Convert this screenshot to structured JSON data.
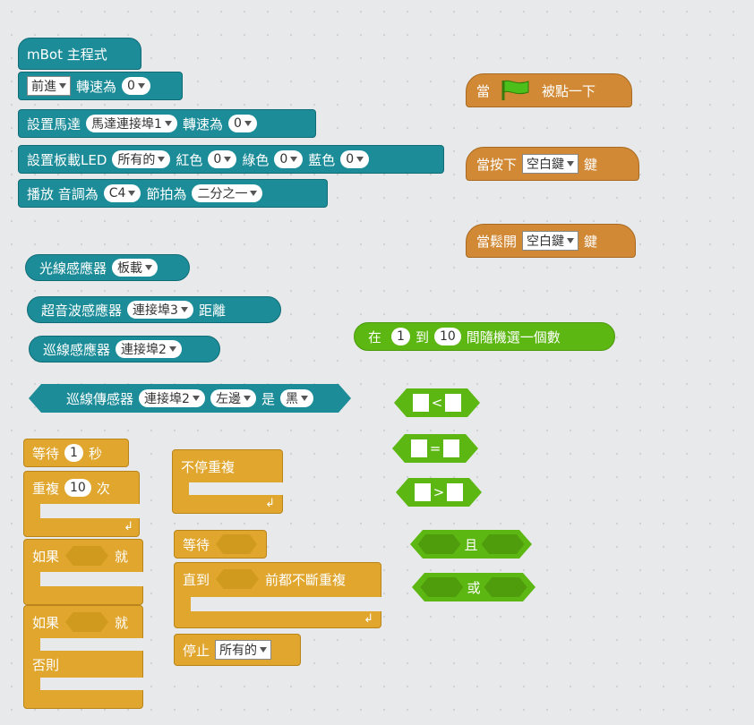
{
  "mbot_program": {
    "hat_label": "mBot 主程式",
    "forward": {
      "direction": "前進",
      "label": "轉速為",
      "value": "0"
    },
    "set_motor": {
      "label1": "設置馬達",
      "port": "馬達連接埠1",
      "label2": "轉速為",
      "value": "0"
    },
    "set_led": {
      "label1": "設置板載LED",
      "target": "所有的",
      "red_label": "紅色",
      "red": "0",
      "green_label": "綠色",
      "green": "0",
      "blue_label": "藍色",
      "blue": "0"
    },
    "play_tone": {
      "label1": "播放 音調為",
      "note": "C4",
      "label2": "節拍為",
      "beat": "二分之一"
    }
  },
  "sensors": {
    "light": {
      "label": "光線感應器",
      "port": "板載"
    },
    "ultrasonic": {
      "label1": "超音波感應器",
      "port": "連接埠3",
      "label2": "距離"
    },
    "line_follower": {
      "label": "巡線感應器",
      "port": "連接埠2"
    },
    "line_check": {
      "label1": "巡線傳感器",
      "port": "連接埠2",
      "side": "左邊",
      "label2": "是",
      "color": "黑"
    }
  },
  "events": {
    "flag": {
      "label1": "當",
      "label2": "被點一下"
    },
    "key_press": {
      "label1": "當按下",
      "key": "空白鍵",
      "label2": "鍵"
    },
    "key_release": {
      "label1": "當鬆開",
      "key": "空白鍵",
      "label2": "鍵"
    }
  },
  "operators": {
    "random": {
      "label1": "在",
      "from": "1",
      "label2": "到",
      "to": "10",
      "label3": "間隨機選一個數"
    },
    "lt": "<",
    "eq": "=",
    "gt": ">",
    "and": "且",
    "or": "或"
  },
  "control": {
    "wait": {
      "label1": "等待",
      "value": "1",
      "label2": "秒"
    },
    "repeat": {
      "label1": "重複",
      "value": "10",
      "label2": "次"
    },
    "if": {
      "label1": "如果",
      "label2": "就"
    },
    "if_else": {
      "label1": "如果",
      "label2": "就",
      "else": "否則"
    },
    "forever": "不停重複",
    "wait_until": "等待",
    "repeat_until": {
      "label1": "直到",
      "label2": "前都不斷重複"
    },
    "stop": {
      "label": "停止",
      "option": "所有的"
    }
  },
  "colors": {
    "teal": "#1c8c99",
    "orange": "#d18935",
    "yellow": "#e0a62d",
    "green": "#5cb712"
  }
}
